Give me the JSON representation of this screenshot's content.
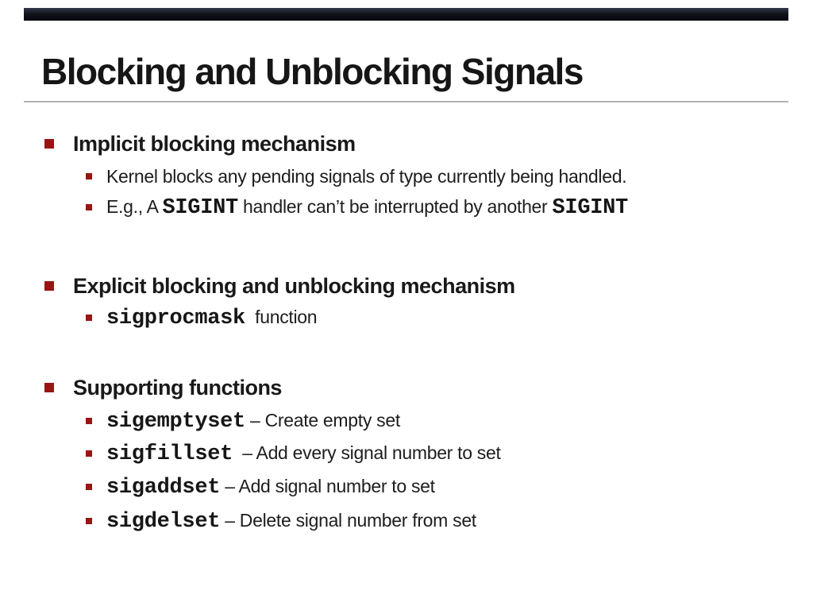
{
  "slide": {
    "title": "Blocking and Unblocking Signals",
    "accent_color": "#9a1414",
    "sections": [
      {
        "heading": "Implicit blocking mechanism",
        "items": [
          {
            "segments": [
              {
                "text": "Kernel blocks any pending signals of type currently being handled.",
                "mono": false
              }
            ]
          },
          {
            "segments": [
              {
                "text": "E.g., A ",
                "mono": false
              },
              {
                "text": "SIGINT",
                "mono": true
              },
              {
                "text": " handler can’t be interrupted by another ",
                "mono": false
              },
              {
                "text": "SIGINT",
                "mono": true
              }
            ]
          }
        ]
      },
      {
        "heading": "Explicit blocking and unblocking mechanism",
        "items": [
          {
            "segments": [
              {
                "text": "sigprocmask",
                "mono": true
              },
              {
                "text": "  function",
                "mono": false
              }
            ]
          }
        ]
      },
      {
        "heading": "Supporting functions",
        "items": [
          {
            "segments": [
              {
                "text": "sigemptyset",
                "mono": true
              },
              {
                "text": " – Create empty set",
                "mono": false
              }
            ]
          },
          {
            "segments": [
              {
                "text": "sigfillset",
                "mono": true
              },
              {
                "text": "  – Add every signal number to set",
                "mono": false
              }
            ]
          },
          {
            "segments": [
              {
                "text": "sigaddset",
                "mono": true
              },
              {
                "text": " – Add signal number to set",
                "mono": false
              }
            ]
          },
          {
            "segments": [
              {
                "text": "sigdelset",
                "mono": true
              },
              {
                "text": " – Delete signal number from set",
                "mono": false
              }
            ]
          }
        ]
      }
    ]
  }
}
